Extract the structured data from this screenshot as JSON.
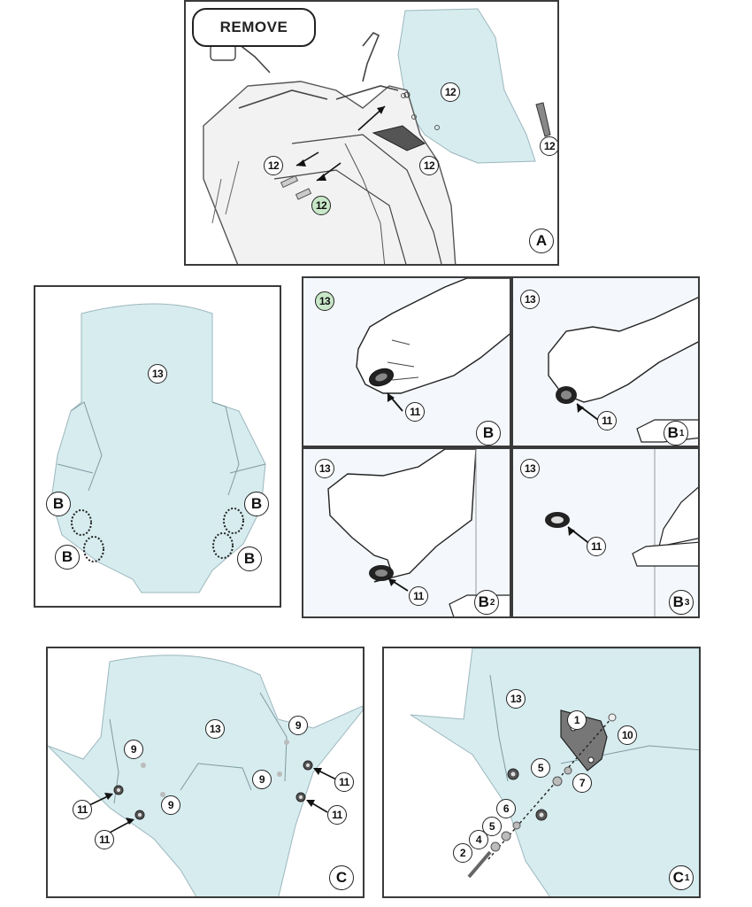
{
  "panels": {
    "a": {
      "title": "REMOVE",
      "label": "A",
      "parts": [
        "12",
        "12",
        "12",
        "12",
        "12"
      ]
    },
    "overview": {
      "parts": [
        "13"
      ],
      "labels": [
        "B",
        "B",
        "B",
        "B"
      ]
    },
    "b": {
      "part_top": "13",
      "part_pointer": "11",
      "label": "B"
    },
    "b1": {
      "part_top": "13",
      "part_pointer": "11",
      "label": "B",
      "sub": "1"
    },
    "b2": {
      "part_top": "13",
      "part_pointer": "11",
      "label": "B",
      "sub": "2"
    },
    "b3": {
      "part_top": "13",
      "part_pointer": "11",
      "label": "B",
      "sub": "3"
    },
    "c": {
      "label": "C",
      "parts": [
        "13",
        "9",
        "9",
        "9",
        "9",
        "11",
        "11",
        "11",
        "11"
      ]
    },
    "c1": {
      "label": "C",
      "sub": "1",
      "parts": [
        "13",
        "1",
        "10",
        "5",
        "7",
        "6",
        "5",
        "4",
        "2"
      ]
    }
  },
  "colors": {
    "windscreen": "#d6ecef",
    "outline": "#222222",
    "highlight_green": "#c9e8c9",
    "panel_bg_light": "#f4f7fb"
  }
}
